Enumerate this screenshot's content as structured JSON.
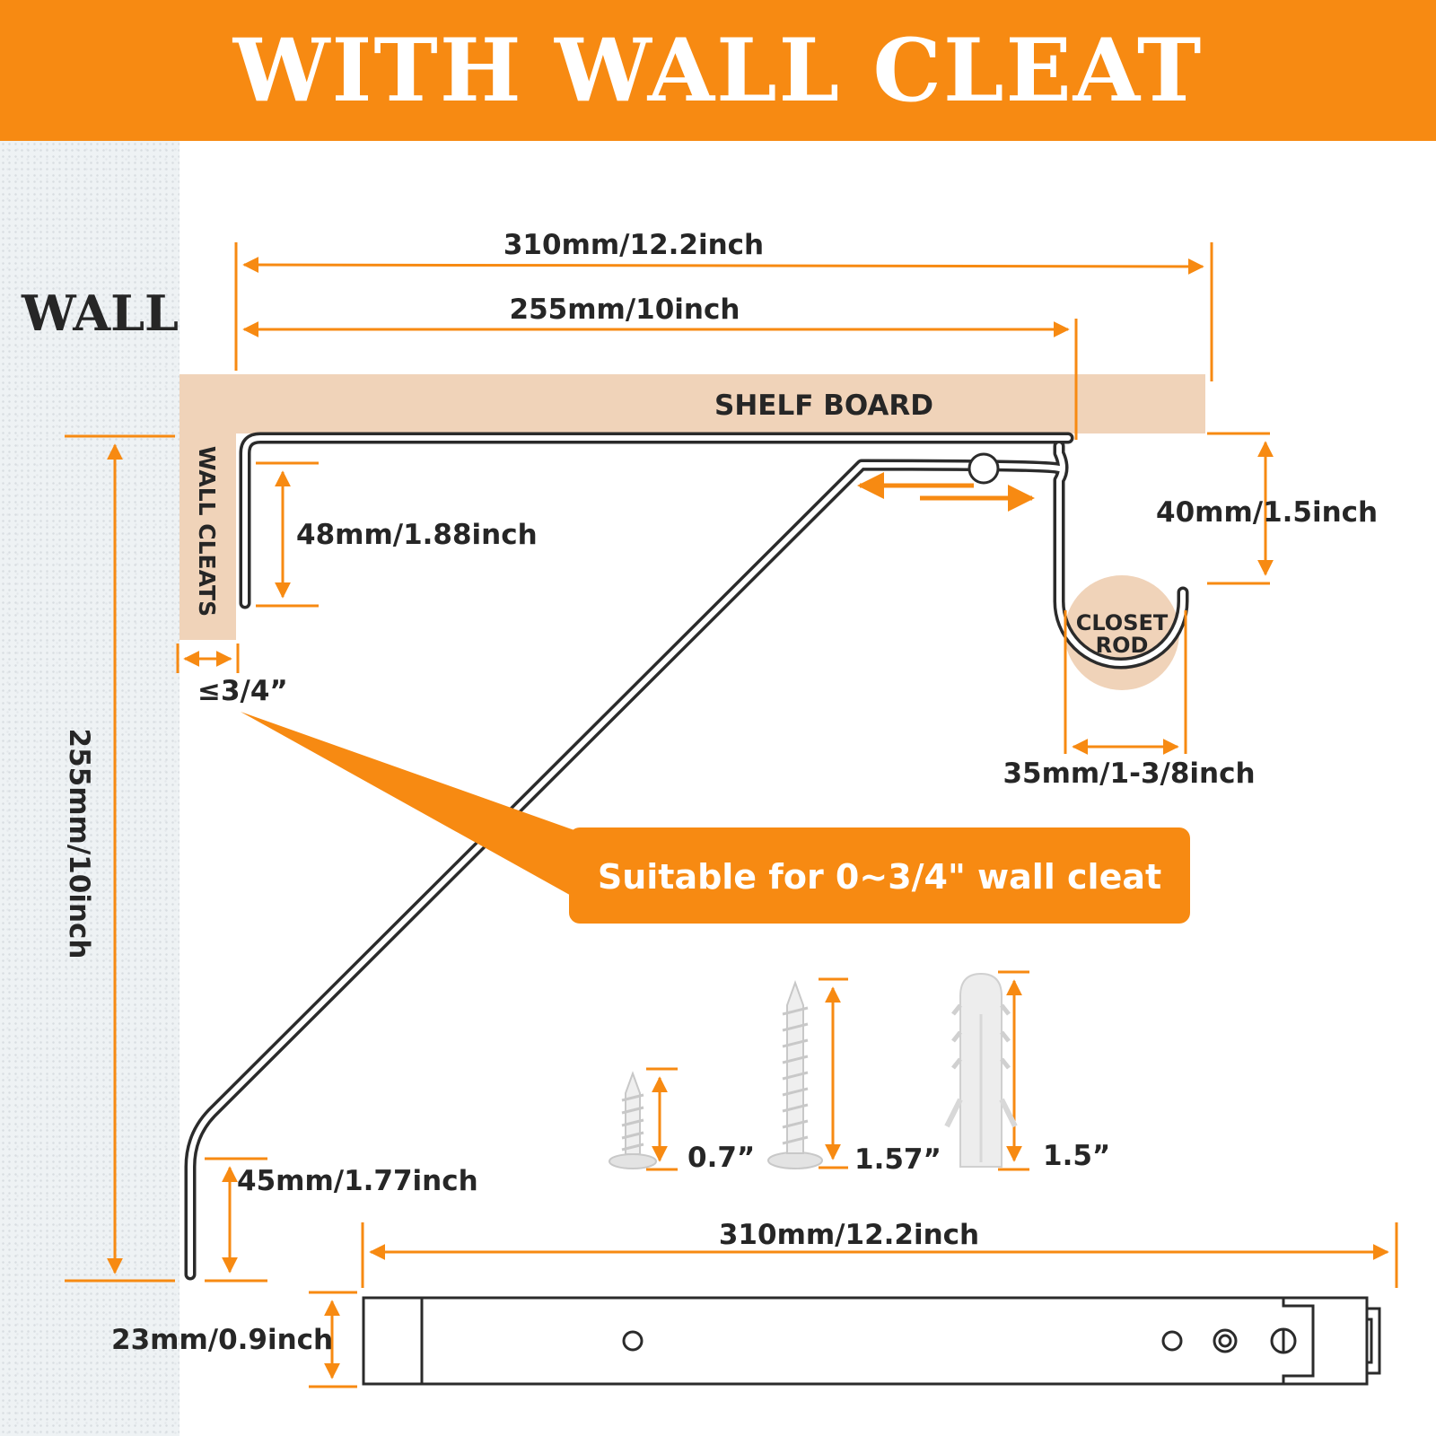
{
  "banner": {
    "title": "WITH WALL CLEAT",
    "bg_color": "#f78a12"
  },
  "colors": {
    "accent": "#f78a12",
    "board": "#f0d3b9",
    "bracket": "#2b2b2b"
  },
  "labels": {
    "wall": "WALL",
    "shelf_board": "SHELF BOARD",
    "wall_cleats": "WALL CLEATS",
    "closet_rod_line1": "CLOSET",
    "closet_rod_line2": "ROD"
  },
  "dimensions": {
    "overall_length": "310mm/12.2inch",
    "shelf_depth": "255mm/10inch",
    "height": "255mm/10inch",
    "cleat_height": "48mm/1.88inch",
    "rod_hook_drop": "40mm/1.5inch",
    "cleat_thickness": "≤3/4”",
    "rod_diameter": "35mm/1-3/8inch",
    "bottom_leg": "45mm/1.77inch",
    "bar_length": "310mm/12.2inch",
    "bar_width": "23mm/0.9inch"
  },
  "callout": {
    "text": "Suitable for 0~3/4\" wall cleat"
  },
  "hardware": {
    "small_screw": "0.7”",
    "long_screw": "1.57”",
    "anchor": "1.5”"
  }
}
